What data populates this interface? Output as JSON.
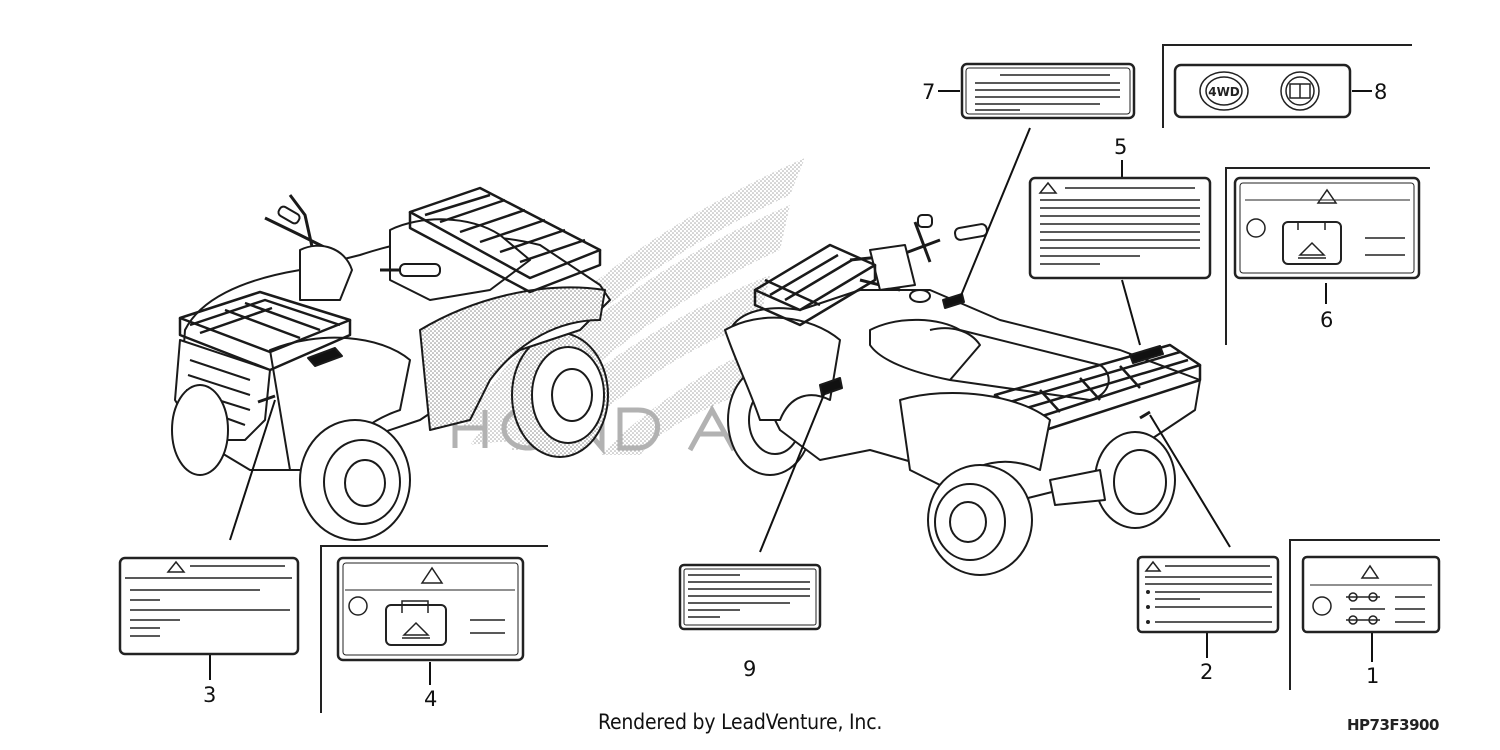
{
  "diagram": {
    "callouts": [
      "1",
      "2",
      "3",
      "4",
      "5",
      "6",
      "7",
      "8",
      "9"
    ],
    "icon_text": "4WD"
  },
  "footer": {
    "credit": "Rendered by LeadVenture, Inc.",
    "part_code": "HP73F3900"
  }
}
